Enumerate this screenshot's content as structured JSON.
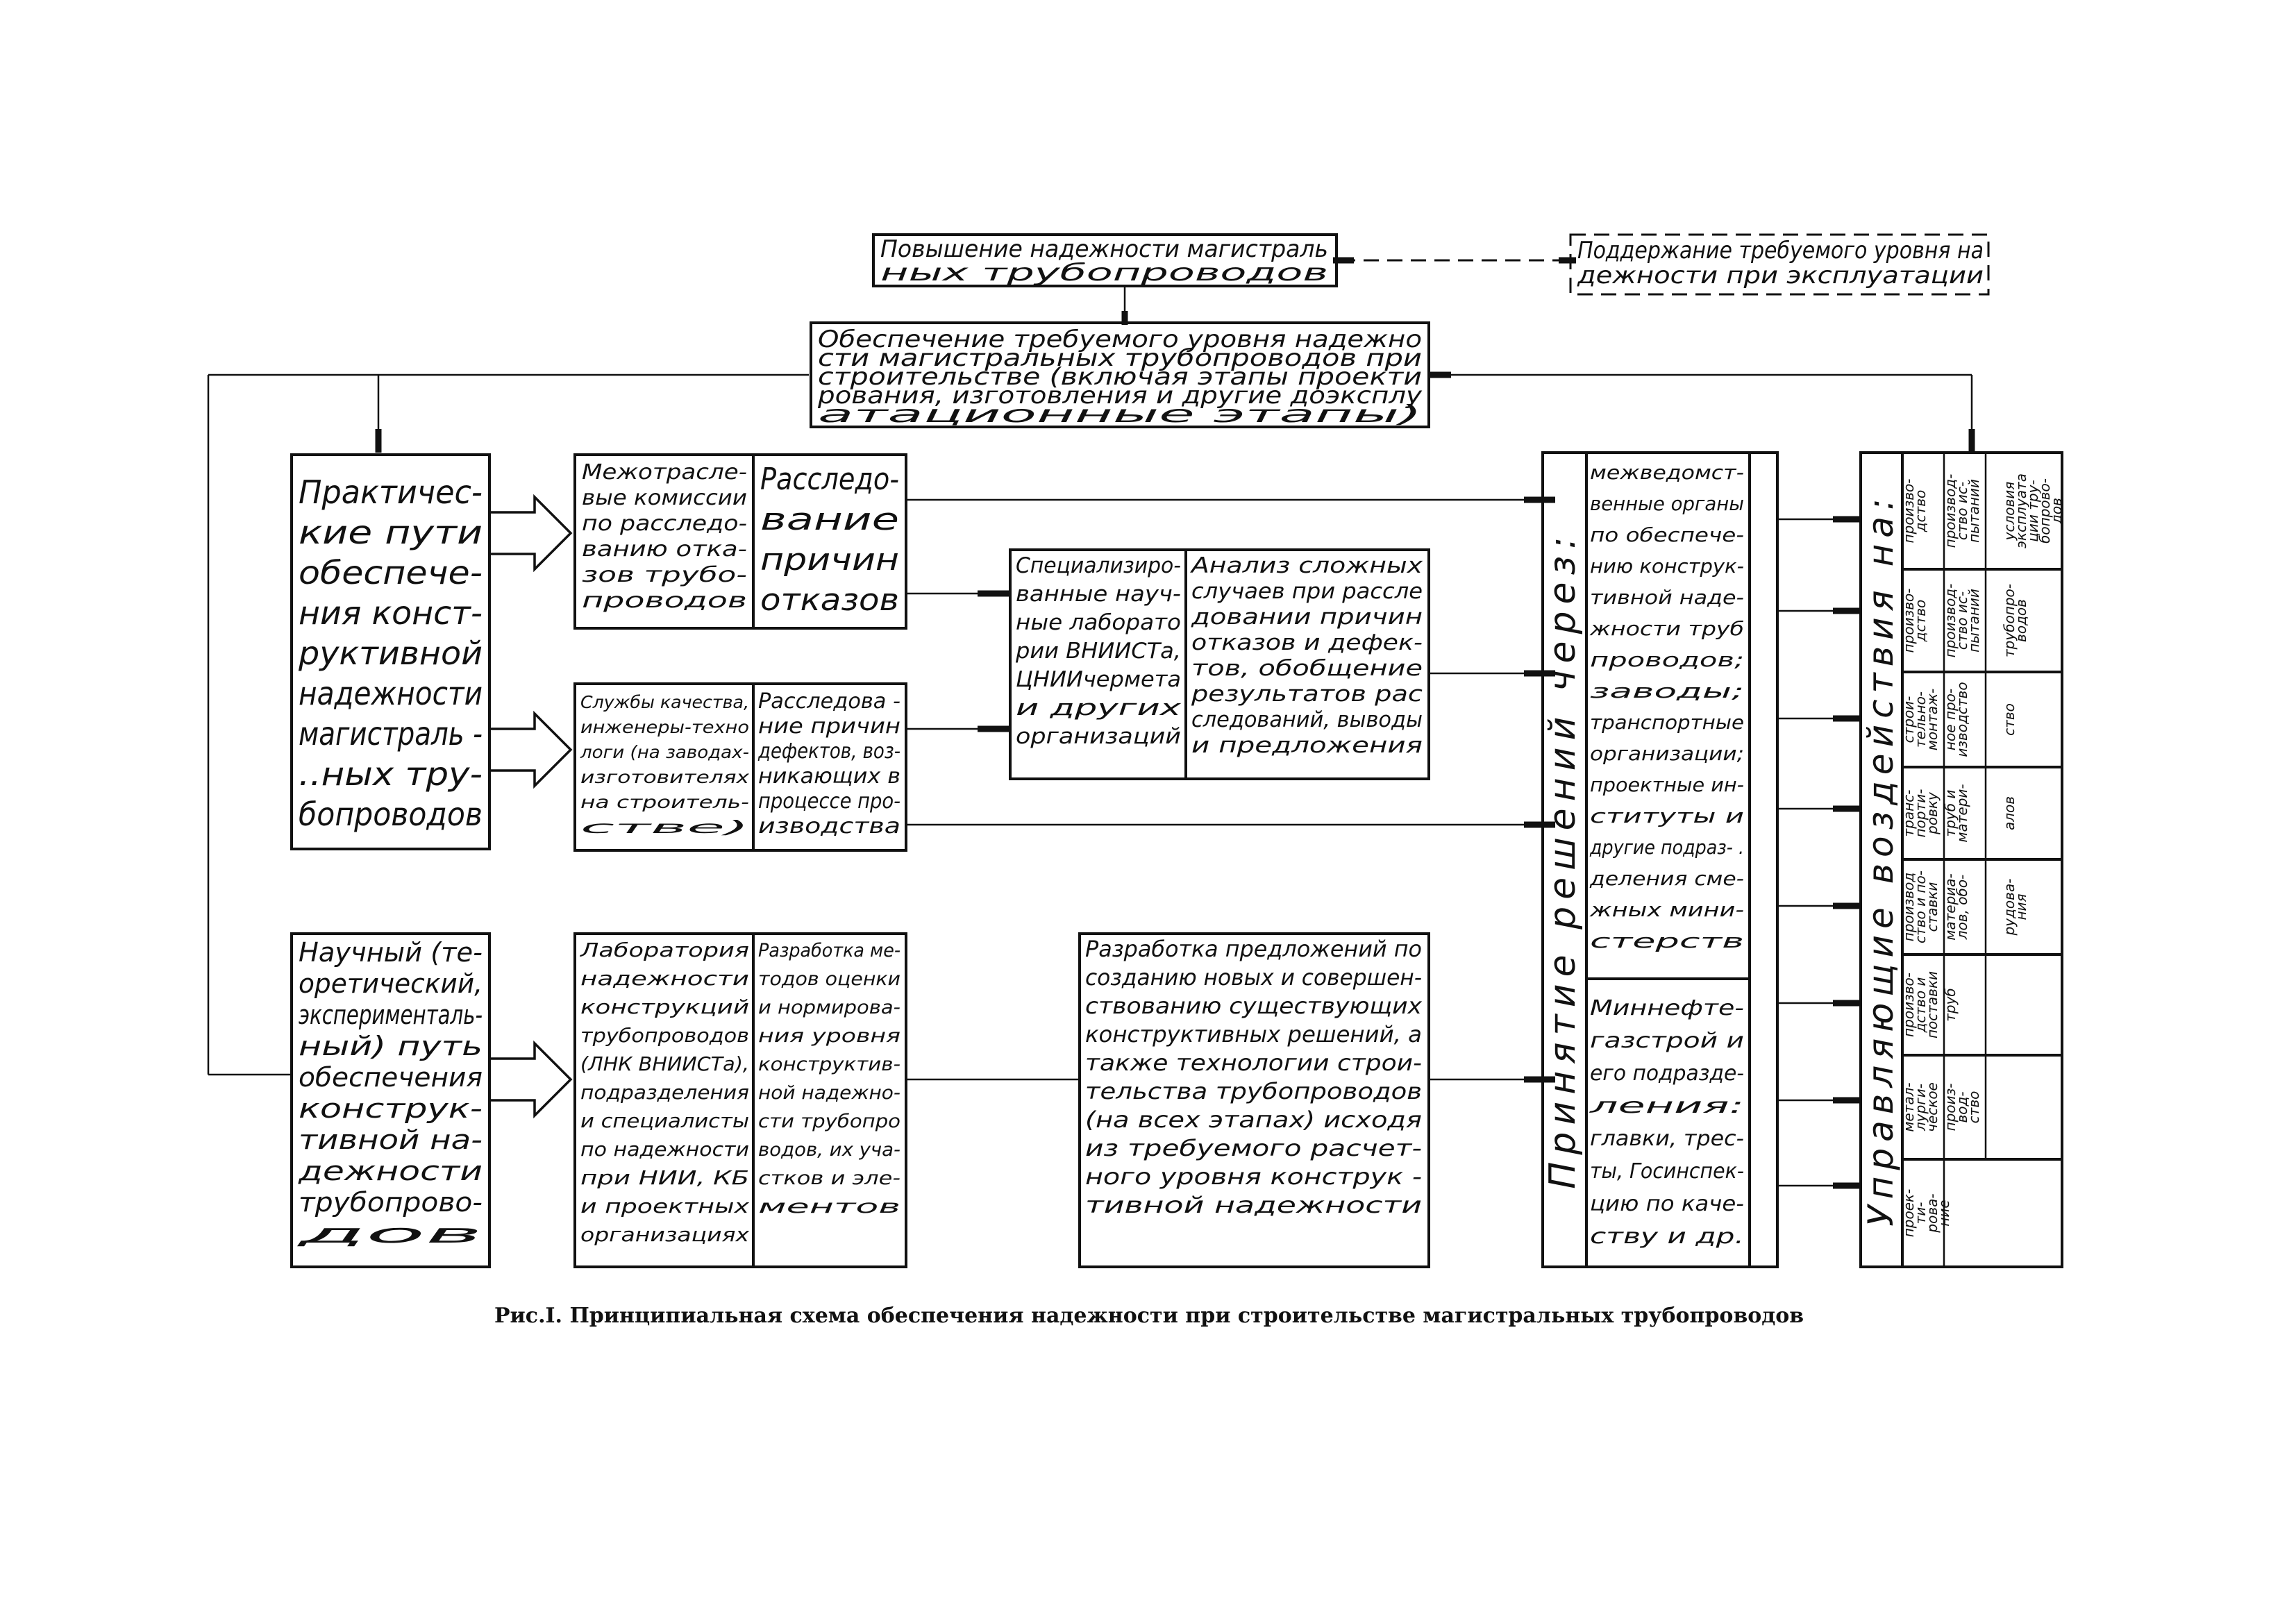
{
  "top_left_box": [
    "Повышение надежности магистраль",
    "ных трубопроводов"
  ],
  "top_right_box": [
    "Поддержание требуемого уровня на",
    "дежности при эксплуатации"
  ],
  "main_box": [
    "Обеспечение требуемого уровня надежно",
    "сти магистральных трубопроводов при",
    "строительстве (включая этапы проекти",
    "рования, изготовления и другие доэксплу",
    "атационные этапы)"
  ],
  "practical_box": [
    "Практичес-",
    "кие пути",
    "обеспече-",
    "ния конст-",
    "руктивной",
    "надежности",
    "магистраль -",
    "..ных тру-",
    "бопроводов"
  ],
  "scientific_box": [
    "Научный (те-",
    "оретический,",
    "эксперименталь-",
    "ный) путь",
    "обеспечения",
    "конструк-",
    "тивной на-",
    "дежности",
    "трубопрово-",
    "дов"
  ],
  "commissions": [
    "Межотрасле-",
    "вые комиссии",
    "по расследо-",
    "ванию отка-",
    "зов трубо-",
    "проводов"
  ],
  "investigation": [
    "Расследо-",
    "вание",
    "причин",
    "отказов"
  ],
  "quality": [
    "Службы качества,",
    "инженеры-техно",
    "логи (на заводах-",
    "изготовителях",
    "на строитель-",
    "стве)"
  ],
  "defects": [
    "Расследова -",
    "ние причин",
    "дефектов, воз-",
    "никающих в",
    "процессе про-",
    "изводства"
  ],
  "labs": [
    "Специализиро-",
    "ванные науч-",
    "ные лаборато",
    "рии ВНИИСТа,",
    "ЦНИИчермета",
    "и других",
    "организаций"
  ],
  "analysis": [
    "Анализ сложных",
    "случаев при рассле",
    "довании причин",
    "отказов и дефек-",
    "тов, обобщение",
    "результатов рас",
    "следований, выводы",
    "и предложения"
  ],
  "reliability_lab": [
    "Лаборатория",
    "надежности",
    "конструкций",
    "трубопроводов",
    "(ЛНК ВНИИСТа),",
    "подразделения",
    "и специалисты",
    "по надежности",
    "при НИИ, КБ",
    "и проектных",
    "организациях"
  ],
  "methods": [
    "Разработка ме-",
    "тодов оценки",
    "и нормирова-",
    "ния уровня",
    "конструктив-",
    "ной надежно-",
    "сти трубопро",
    "водов, их уча-",
    "стков и эле-",
    "ментов"
  ],
  "proposals": [
    "Разработка предложений по",
    "созданию новых и совершен-",
    "ствованию существующих",
    "конструктивных решений, а",
    "также технологии строи-",
    "тельства трубопроводов",
    "(на всех этапах) исходя",
    "из требуемого расчет-",
    "ного уровня конструк -",
    "тивной надежности"
  ],
  "decisions_title": "Принятие решений через:",
  "decisions_upper": [
    "межведомст-",
    "венные органы",
    "по обеспече-",
    "нию конструк-",
    "тивной наде-",
    "жности труб",
    "проводов;",
    "заводы;",
    "транспортные",
    "организации;",
    "проектные ин-",
    "ституты и",
    "другие подраз- .",
    "деления сме-",
    "жных мини-",
    "стерств"
  ],
  "decisions_lower": [
    "Миннефте-",
    "газстрой и",
    "его подразде-",
    "ления:",
    "главки, трес-",
    "ты, Госинспек-",
    "цию по каче-",
    "ству и др."
  ],
  "influence_title": "Управляющие воздействия на:",
  "influence_rows": [
    {
      "left": [
        "произво-",
        "дство"
      ],
      "mid": [
        "производ-",
        "ство ис-",
        "пытаний"
      ],
      "right": [
        "условия",
        "эксплуата",
        "ции тру-",
        "бопрово-",
        "дов"
      ]
    },
    {
      "left": [
        "произво-",
        "дство"
      ],
      "mid": [
        "производ-",
        "ство ис-",
        "пытаний"
      ],
      "right": [
        "трубопро-",
        "водов"
      ]
    },
    {
      "left": [
        "строи-",
        "тельно-",
        "монтаж-"
      ],
      "mid": [
        "ное про-",
        "изводство"
      ],
      "right": [
        "ство"
      ]
    },
    {
      "left": [
        "транс-",
        "порти-",
        "ровку"
      ],
      "mid": [
        "труб и",
        "матери-"
      ],
      "right": [
        "алов"
      ]
    },
    {
      "left": [
        "производ",
        "ство и по-",
        "ставки"
      ],
      "mid": [
        "материа-",
        "лов, обо-"
      ],
      "right": [
        "рудова-",
        "ния"
      ]
    },
    {
      "left": [
        "произво-",
        "дство и",
        "поставки"
      ],
      "mid": [
        "труб"
      ],
      "right": []
    },
    {
      "left": [
        "метал-",
        "лурги-",
        "ческое"
      ],
      "mid": [
        "произ-",
        "вод-",
        "ство"
      ],
      "right": []
    },
    {
      "left": [
        "проек-",
        "ти-",
        "рова-",
        "ние"
      ],
      "mid": [],
      "right": []
    }
  ],
  "caption": "Рис.I. Принципиальная схема обеспечения надежности при строительстве магистральных  трубопроводов"
}
